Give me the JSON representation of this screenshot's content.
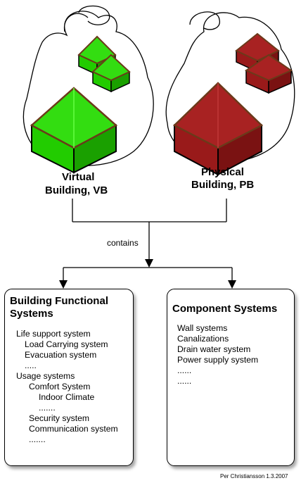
{
  "colors": {
    "virtual_fill": "#22cc00",
    "virtual_light": "#66ff44",
    "physical_fill": "#991a1a",
    "physical_light": "#c03838",
    "roof_edge": "#6b3a1a",
    "line": "#000000"
  },
  "clouds": {
    "virtual": {
      "label_line1": "Virtual",
      "label_line2": "Building, VB"
    },
    "physical": {
      "label_line1": "Physical",
      "label_line2": "Building, PB"
    }
  },
  "relation": {
    "label": "contains"
  },
  "functional": {
    "title_line1": "Building Functional",
    "title_line2": "Systems",
    "items": [
      "Life support system",
      "Load Carrying system",
      "Evacuation system",
      ".....",
      "Usage systems",
      "Comfort System",
      "Indoor Climate",
      ".......",
      "Security system",
      "Communication system",
      "......."
    ]
  },
  "component": {
    "title": "Component Systems",
    "items": [
      "Wall systems",
      "Canalizations",
      "Drain water system",
      "Power supply system",
      "......",
      "......"
    ]
  },
  "credit": "Per Christiansson 1.3.2007"
}
